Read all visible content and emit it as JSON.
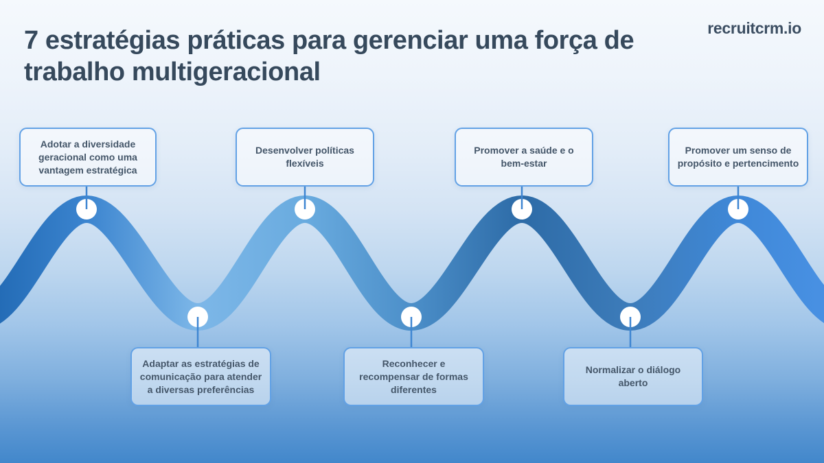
{
  "title": "7 estratégias práticas para gerenciar uma força de trabalho multigeracional",
  "brand": "recruitcrm.io",
  "strategies": [
    {
      "label": "Adotar a diversidade geracional como uma vantagem estratégica",
      "row": "top"
    },
    {
      "label": "Adaptar as estratégias de comunicação para atender a diversas preferências",
      "row": "bottom"
    },
    {
      "label": "Desenvolver políticas flexíveis",
      "row": "top"
    },
    {
      "label": "Reconhecer e recompensar de formas diferentes",
      "row": "bottom"
    },
    {
      "label": "Promover a saúde e o bem-estar",
      "row": "top"
    },
    {
      "label": "Normalizar o diálogo aberto",
      "row": "bottom"
    },
    {
      "label": "Promover um senso de propósito e pertencimento",
      "row": "top"
    }
  ],
  "colors": {
    "title_text": "#36495c",
    "card_border": "#62a1e5",
    "card_text": "#445669",
    "connector": "#3f86d2",
    "marker": "#ffffff",
    "background_top": "#f5f9fd",
    "background_bottom": "#4287cb",
    "wave_stops": [
      "#1e66b0",
      "#3b84cf",
      "#7db7e8",
      "#69abdf",
      "#4c8fc9",
      "#2d6ba7",
      "#3d7cba",
      "#3f88d8",
      "#4b93e6"
    ]
  }
}
